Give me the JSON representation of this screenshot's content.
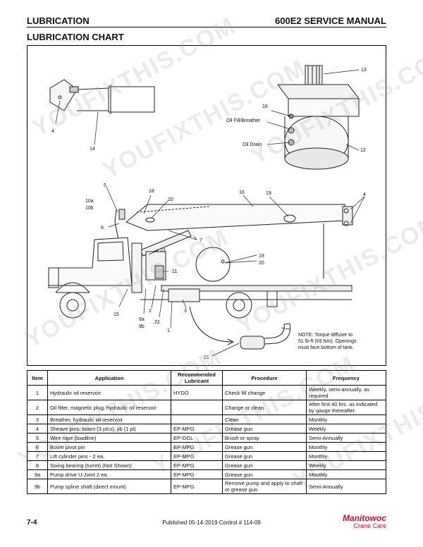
{
  "header": {
    "left": "LUBRICATION",
    "right": "600E2 SERVICE MANUAL"
  },
  "section_title": "LUBRICATION CHART",
  "watermark": "YOUFIXTHIS.COM",
  "figure": {
    "callouts": {
      "c4a": "4",
      "c14": "14",
      "c13": "13",
      "c18": "18",
      "c12": "12",
      "oil_fill": "Oil Fill/Breather",
      "oil_drain": "Oil Drain",
      "c5": "5",
      "c18b": "18",
      "c16": "16",
      "c19": "19",
      "c4b": "4",
      "c10a": "10a",
      "c10b": "10b",
      "c20": "20",
      "c6": "6",
      "c7": "7",
      "c23": "23",
      "c11": "11",
      "c19b": "19",
      "c20b": "20",
      "c2": "2",
      "c3": "3",
      "c15": "15",
      "c9a": "9a",
      "c9b": "9b",
      "c22": "22",
      "c1": "1",
      "c21": "21"
    },
    "note": [
      "NOTE: Torque diffuser to",
      "51 lb-ft (69 Nm). Openings",
      "must face bottom of tank."
    ]
  },
  "table": {
    "headers": {
      "item": "Item",
      "application": "Application",
      "lubricant": "Recommended Lubricant",
      "procedure": "Procedure",
      "frequency": "Frequency"
    },
    "rows": [
      {
        "item": "1",
        "application": "Hydraulic oil reservoir",
        "lubricant": "HYDO",
        "procedure": "Check fill change",
        "frequency": "Weekly, semi-annually, as required"
      },
      {
        "item": "2",
        "application": "Oil filter, magnetic plug, hydraulic oil reservoir",
        "lubricant": "",
        "procedure": "Change or clean",
        "frequency": "After first 40 hrs. as indicated by gauge thereafter."
      },
      {
        "item": "3",
        "application": "Breather, hydraulic oil reservoir",
        "lubricant": "",
        "procedure": "Clean",
        "frequency": "Monthly"
      },
      {
        "item": "4",
        "application": "Sheave pins: boom (3 plcs), jib (1 pl)",
        "lubricant": "EP-MPG",
        "procedure": "Grease gun",
        "frequency": "Weekly"
      },
      {
        "item": "5",
        "application": "Wire rope (loadline)",
        "lubricant": "EP-OGL",
        "procedure": "Brush or spray",
        "frequency": "Semi-Annually"
      },
      {
        "item": "6",
        "application": "Boom pivot pin",
        "lubricant": "EP-MPG",
        "procedure": "Grease gun",
        "frequency": "Monthly"
      },
      {
        "item": "7",
        "application": "Lift cylinder pins - 2 ea.",
        "lubricant": "EP-MPG",
        "procedure": "Grease gun",
        "frequency": "Monthly"
      },
      {
        "item": "8",
        "application": "Swing bearing (turret) (Not Shown)",
        "lubricant": "EP-MPG",
        "procedure": "Grease gun",
        "frequency": "Weekly"
      },
      {
        "item": "9a",
        "application": "Pump drive U-Joint 2 ea.",
        "lubricant": "EP-MPG",
        "procedure": "Grease gun",
        "frequency": "Monthly"
      },
      {
        "item": "9b",
        "application": "Pump spline shaft (direct mount)",
        "lubricant": "EP-MPG",
        "procedure": "Remove pump and apply to shaft or grease gun",
        "frequency": "Semi-Annually"
      }
    ]
  },
  "footer": {
    "page": "7-4",
    "published": "Published 05-14-2019 Control # 114-09",
    "logo_name": "Manitowoc",
    "logo_sub": "Crane Care"
  }
}
